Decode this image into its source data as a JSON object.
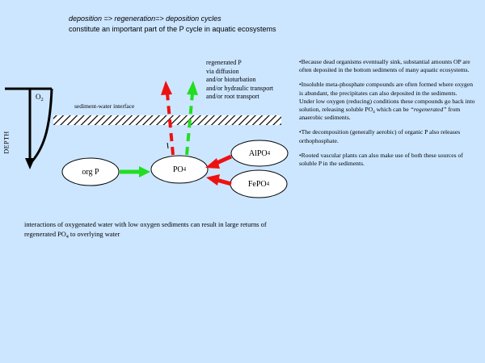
{
  "header": {
    "line1": "deposition => regeneration=> deposition cycles",
    "line2": "constitute an important part of the P cycle in aquatic ecosystems"
  },
  "diagram": {
    "regenerated_label": [
      "regenerated P",
      "via diffusion",
      "and/or bioturbation",
      "and/or hydraulic transport",
      "and/or root transport"
    ],
    "interface_label": "sediment-water interface",
    "depth_label": "DEPTH",
    "o2_label": "O2",
    "nodes": {
      "org_p": "org P",
      "po4": "PO4",
      "alpo4": "AlPO4",
      "fepo4": "FePO4"
    },
    "colors": {
      "background": "#cce6ff",
      "red_arrow": "#ee1111",
      "green_arrow": "#22dd22"
    }
  },
  "bottom_note": "interactions of oxygenated water with low oxygen sediments can result in large returns of regenerated PO4 to overlying water",
  "bullets": [
    "•Because dead organisms eventually sink, substantial amounts OP are often deposited in the bottom sediments of many aquatic ecosystems.",
    "•Insoluble meta-phosphate compounds are often formed where oxygen is abundant, the precipitates can also deposited in the sediments. Under low oxygen (reducing) conditions these compounds go back into solution, releasing soluble PO4 which can be “regenerated” from anaerobic sediments.",
    "•The decomposition (generally aerobic) of organic P also releases orthophosphate.",
    "•Rooted vascular plants can also make use of both these sources of soluble P in the sediments."
  ]
}
